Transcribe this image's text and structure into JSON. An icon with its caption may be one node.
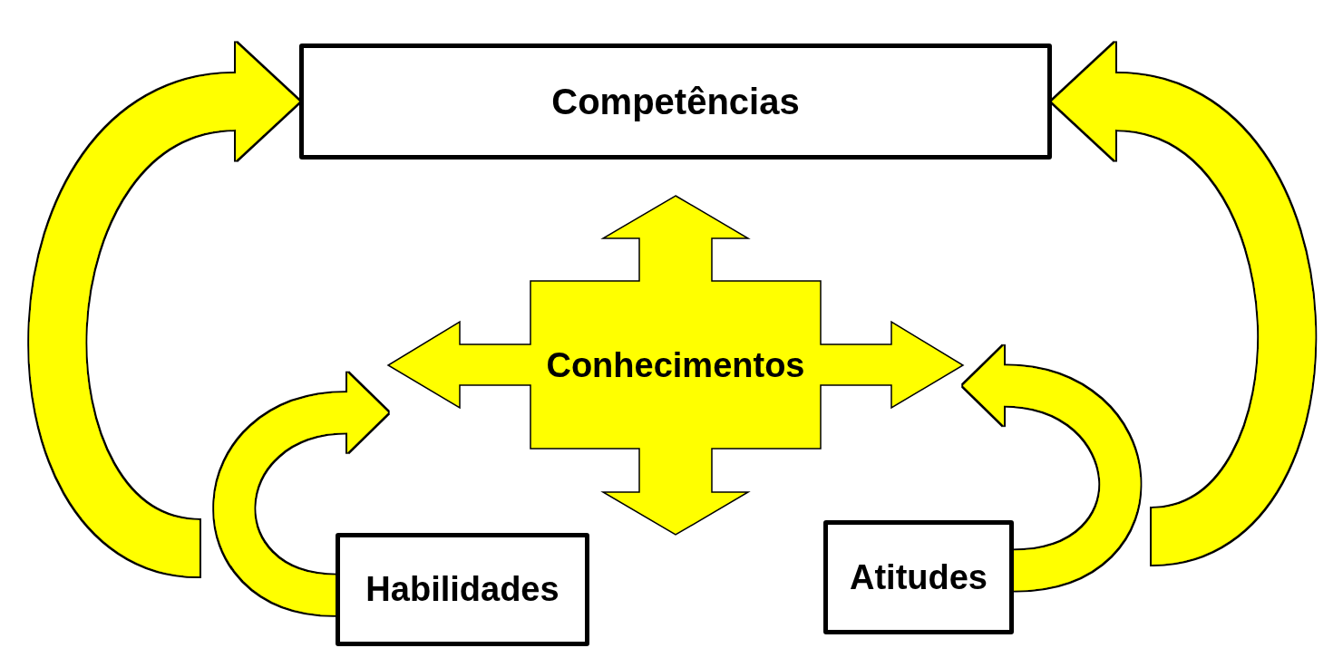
{
  "diagram": {
    "nodes": [
      {
        "text": [
          "Competências"
        ]
      },
      {
        "text": [
          "Conhecimentos"
        ]
      },
      {
        "text": [
          "Habilidades"
        ]
      },
      {
        "text": [
          "Atitudes"
        ]
      }
    ],
    "edges": [
      {
        "from": null,
        "to": 0,
        "arrow": "to"
      },
      {
        "from": null,
        "to": 0,
        "arrow": "to"
      },
      {
        "from": 2,
        "to": 1,
        "arrow": "to"
      },
      {
        "from": 3,
        "to": 1,
        "arrow": "to"
      }
    ]
  }
}
